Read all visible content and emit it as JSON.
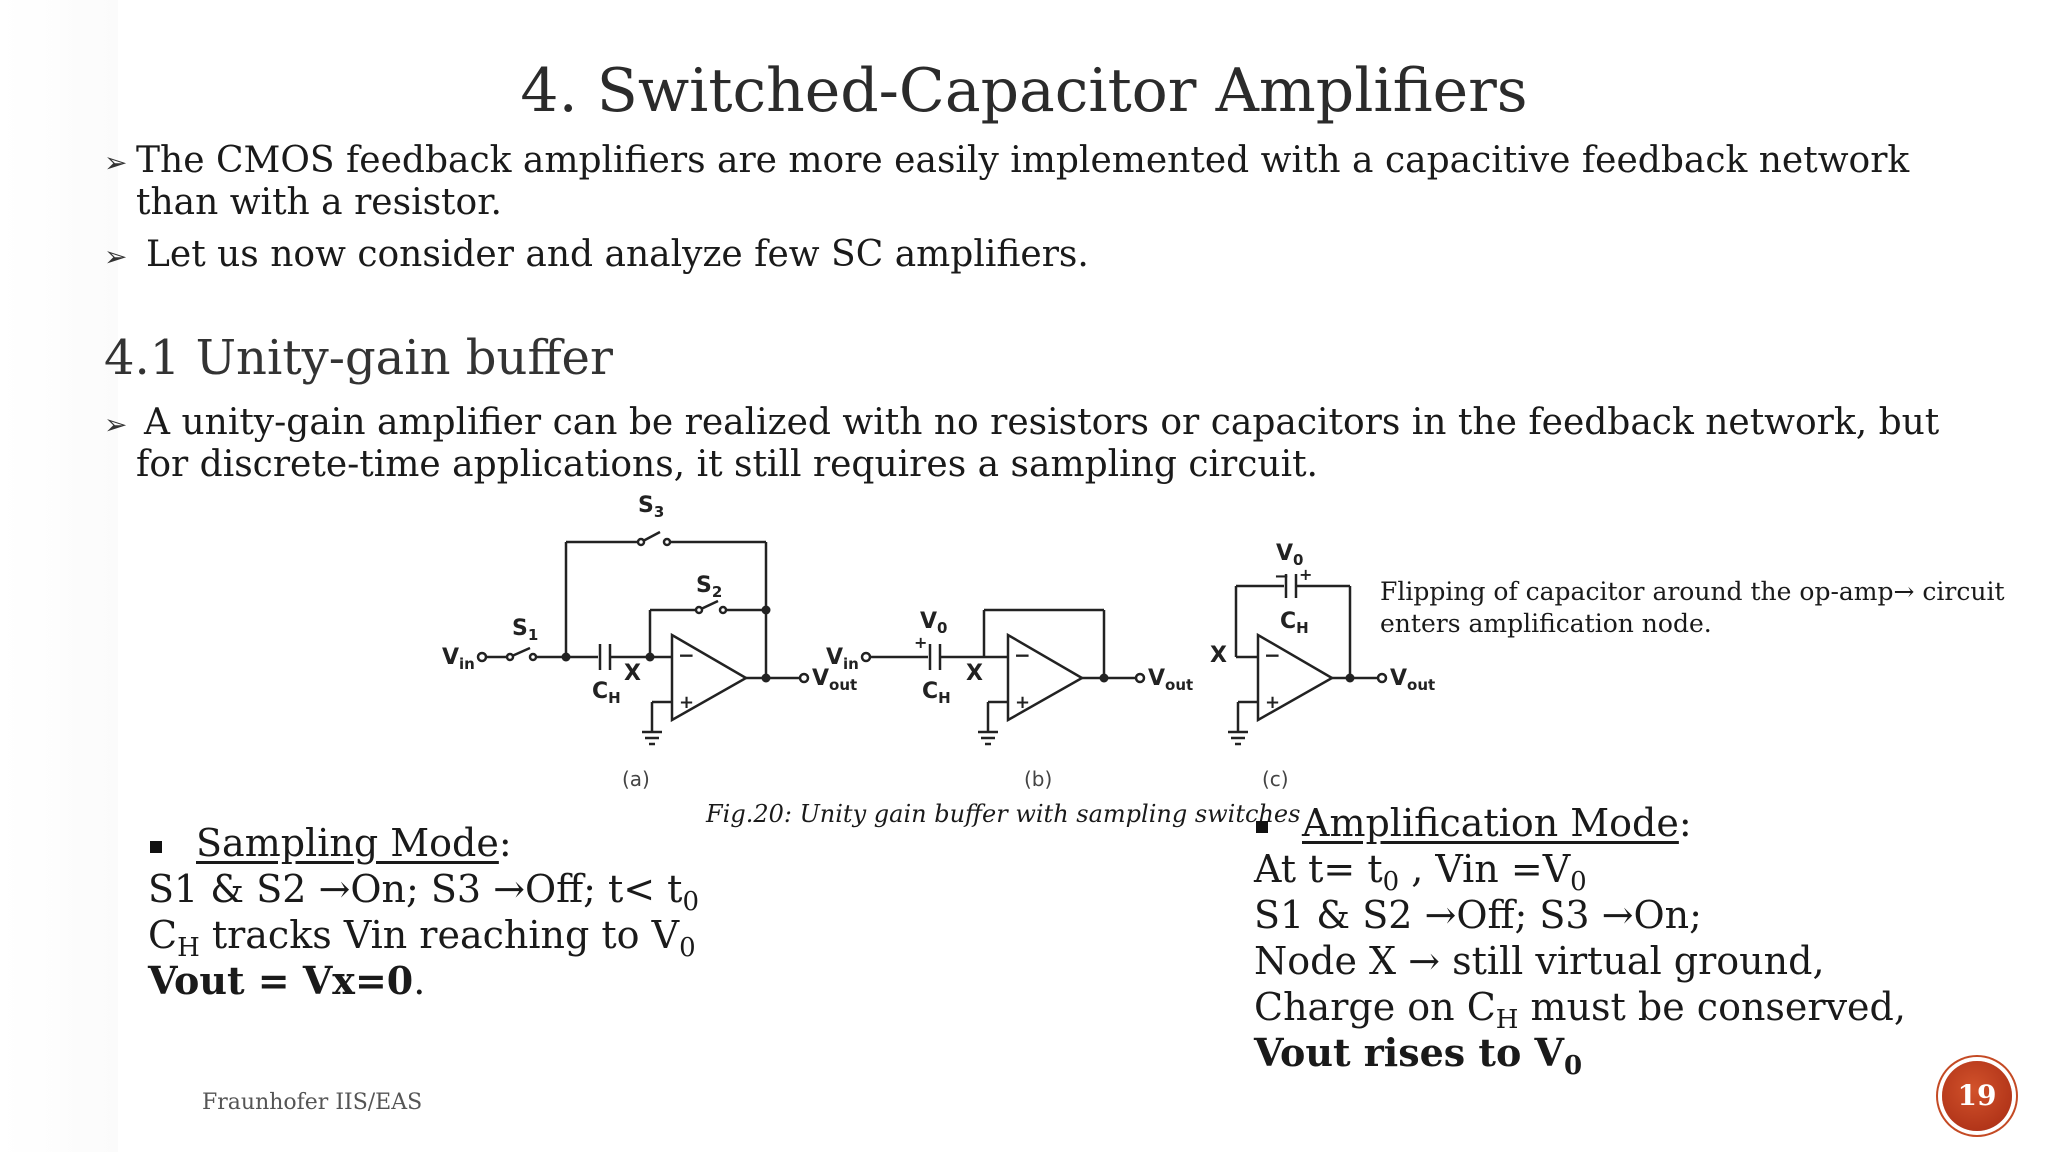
{
  "title": "4. Switched-Capacitor Amplifiers",
  "bullets": [
    {
      "line1": "The CMOS feedback amplifiers are more easily implemented with a capacitive feedback network",
      "line2": "than with a resistor."
    },
    {
      "line1": "Let us now consider and analyze few SC amplifiers."
    }
  ],
  "section": {
    "heading": "4.1 Unity-gain buffer",
    "bullet_line1": "A unity-gain amplifier can be realized with no resistors or capacitors in the feedback network, but",
    "bullet_line2": "for discrete-time applications,  it still requires a sampling circuit."
  },
  "figure": {
    "labels": {
      "s1": "S",
      "s1_sub": "1",
      "s2": "S",
      "s2_sub": "2",
      "s3": "S",
      "s3_sub": "3",
      "vin": "V",
      "vin_sub": "in",
      "vout": "V",
      "vout_sub": "out",
      "ch": "C",
      "ch_sub": "H",
      "x": "X",
      "v0": "V",
      "v0_sub": "0",
      "plus": "+",
      "minus": "−"
    },
    "panels": [
      "(a)",
      "(b)",
      "(c)"
    ],
    "caption": "Fig.20: Unity gain buffer with sampling switches",
    "note_line1": "Flipping of capacitor around the op-amp→ circuit",
    "note_line2": "enters amplification node."
  },
  "sampling": {
    "heading": "Sampling Mode",
    "colon": ":",
    "line1_pre": "S1 & S2 →On;  S3 →Off; t< t",
    "line1_sub": "0",
    "line2_a": "C",
    "line2_sub1": "H",
    "line2_b": " tracks Vin reaching to V",
    "line2_sub2": "0",
    "line3": "Vout = Vx=0",
    "line3_end": "."
  },
  "amplification": {
    "heading": "Amplification Mode",
    "colon": ":",
    "line1_a": "At t= t",
    "line1_sub1": "0",
    "line1_b": " , Vin =V",
    "line1_sub2": "0",
    "line2": "S1 & S2 →Off;  S3 →On;",
    "line3": "Node X → still virtual ground,",
    "line4_a": "Charge on C",
    "line4_sub": "H",
    "line4_b": " must be conserved,",
    "line5_a": "Vout rises to V",
    "line5_sub": "0"
  },
  "footer": "Fraunhofer IIS/EAS",
  "page_number": "19"
}
